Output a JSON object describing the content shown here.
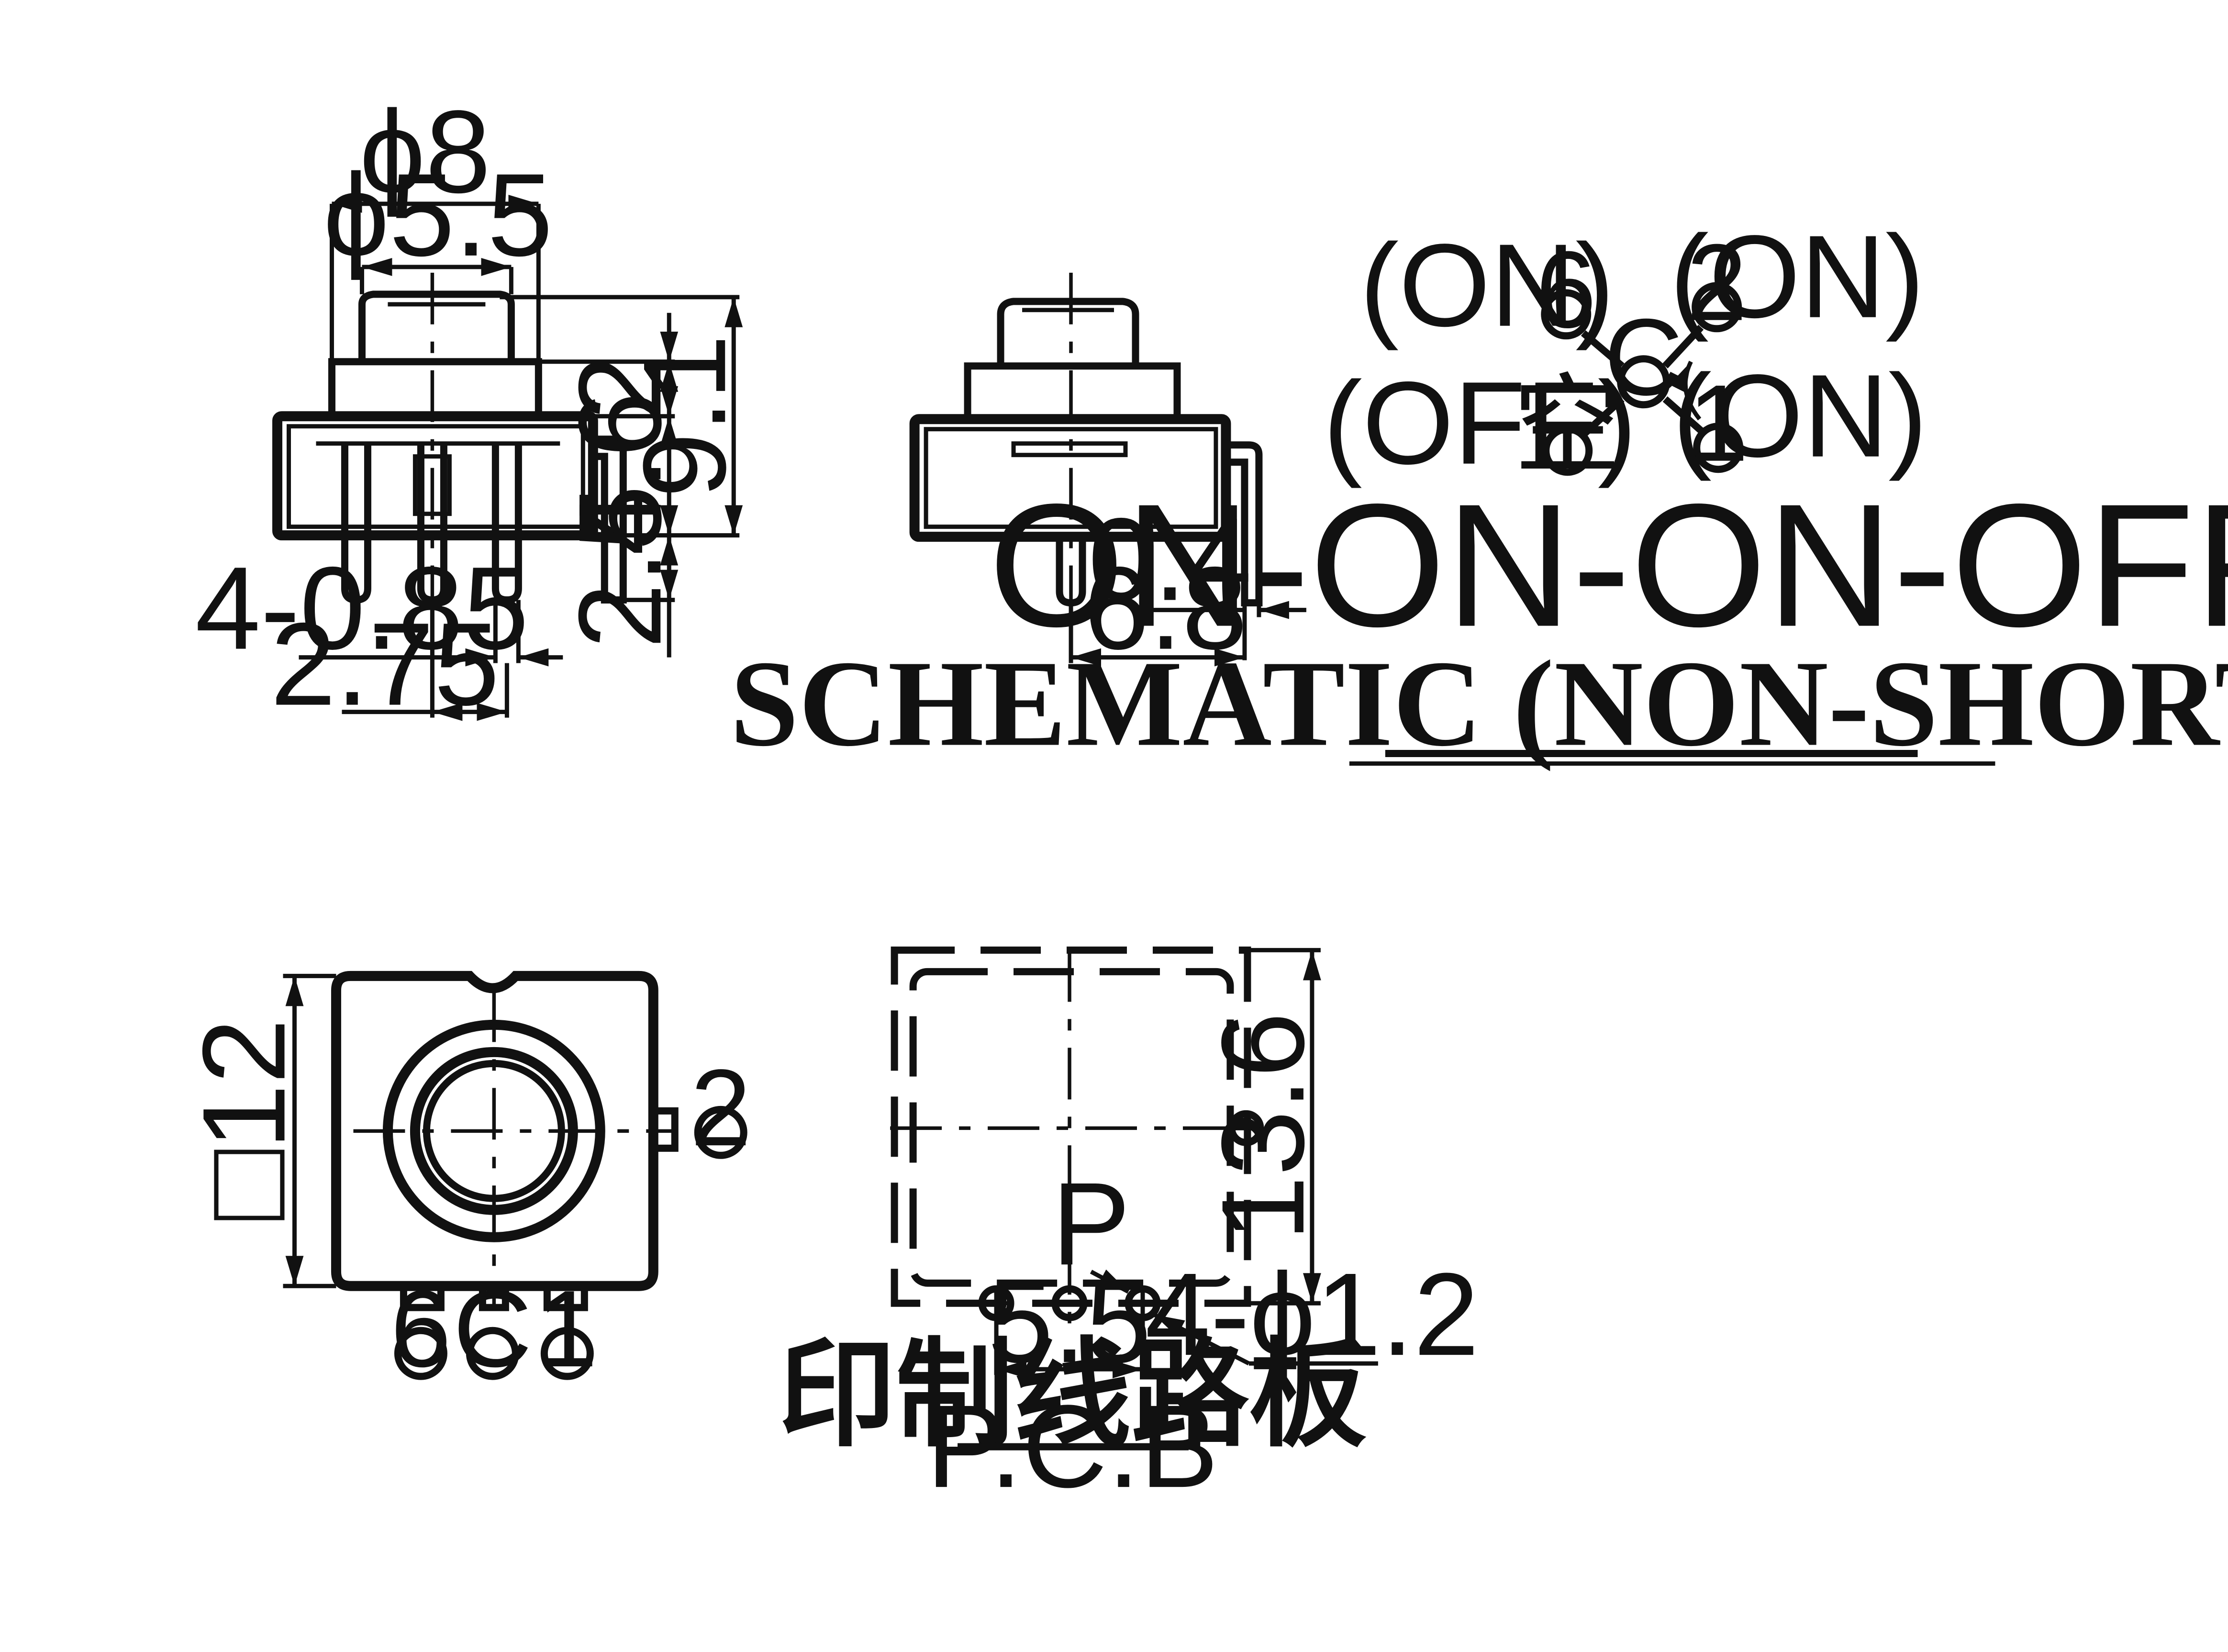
{
  "drawing": {
    "front_view": {
      "dims": {
        "phi8": "ϕ8",
        "phi5_5": "ϕ5.5",
        "d2": "2",
        "d9_1": "9.1",
        "d4_6": "4.6",
        "d2_5": "2.5",
        "d4_0_85": "4-0.85",
        "d2_75": "2.75"
      }
    },
    "side_view": {
      "dims": {
        "d0_4": "0.4",
        "d6_8": "6.8"
      }
    },
    "schematic": {
      "labels": {
        "on_6": "(ON)",
        "on_2": "(ON)",
        "off": "(OFF)",
        "on_1": "(ON)"
      },
      "pins": {
        "p6": "6",
        "p2": "2",
        "p1": "1",
        "c": "C",
        "empty": "空"
      },
      "sequence": "ON-ON-ON-OFF",
      "caption": "SCHEMATIC (NON-SHORTING)"
    },
    "top_view": {
      "dims": {
        "square12": "□12"
      },
      "pins": {
        "p2": "2",
        "p6": "6",
        "c": "C",
        "p1": "1"
      }
    },
    "pcb_view": {
      "dims": {
        "d13_6": "13.6",
        "d5_5": "5.5",
        "holes": "4-ϕ1.2",
        "p": "P"
      },
      "caption_cn": "印制线路板",
      "caption_en": "P.C.B"
    },
    "colors": {
      "line": "#111111",
      "background": "#ffffff"
    }
  }
}
